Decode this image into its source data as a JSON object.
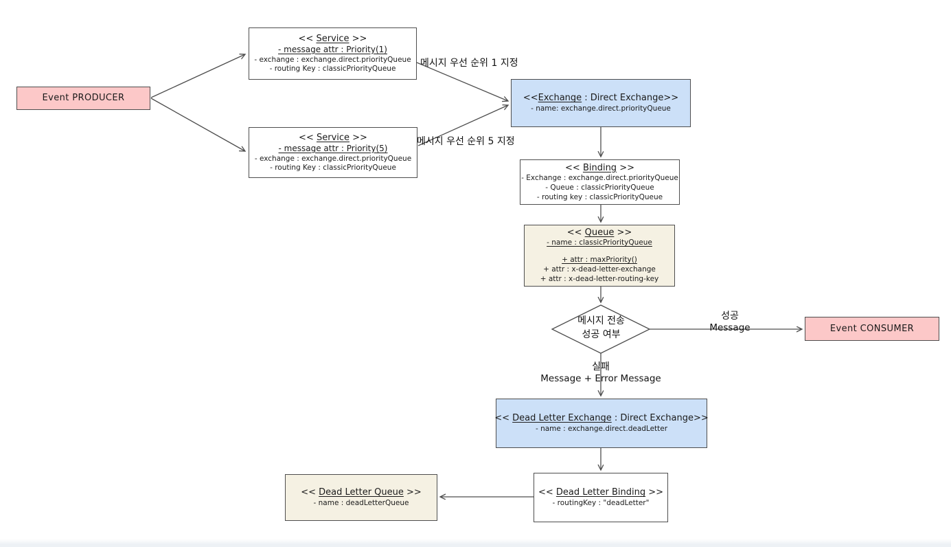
{
  "diagram": {
    "nodes": {
      "producer": {
        "label": "Event PRODUCER"
      },
      "service1": {
        "open": "<< ",
        "name": "Service",
        "close": " >>",
        "line1": "- message attr : Priority(1)",
        "line2": "- exchange : exchange.direct.priorityQueue",
        "line3": "- routing Key : classicPriorityQueue"
      },
      "service2": {
        "open": "<< ",
        "name": "Service",
        "close": " >>",
        "line1": "- message attr : Priority(5)",
        "line2": "- exchange : exchange.direct.priorityQueue",
        "line3": "- routing Key : classicPriorityQueue"
      },
      "exchange": {
        "open": "<<",
        "name": "Exchange",
        "close": " : Direct Exchange>>",
        "line1": "- name: exchange.direct.priorityQueue"
      },
      "binding": {
        "open": "<< ",
        "name": "Binding",
        "close": " >>",
        "line1": "- Exchange : exchange.direct.priorityQueue",
        "line2": "- Queue : classicPriorityQueue",
        "line3": "- routing key : classicPriorityQueue"
      },
      "queue": {
        "open": "<< ",
        "name": "Queue",
        "close": " >>",
        "line1": "- name : classicPriorityQueue",
        "line2": "+ attr : maxPriority()",
        "line3": "+ attr : x-dead-letter-exchange",
        "line4": "+ attr : x-dead-letter-routing-key"
      },
      "decision": {
        "line1": "메시지 전송",
        "line2": "성공 여부"
      },
      "consumer": {
        "label": "Event CONSUMER"
      },
      "dead_letter_exchange": {
        "open": "<< ",
        "name": "Dead Letter Exchange",
        "close": " : Direct Exchange>>",
        "line1": "- name : exchange.direct.deadLetter"
      },
      "dead_letter_binding": {
        "open": "<< ",
        "name": "Dead Letter Binding",
        "close": " >>",
        "line1": "- routingKey : \"deadLetter\""
      },
      "dead_letter_queue": {
        "open": "<< ",
        "name": "Dead Letter Queue",
        "close": " >>",
        "line1": "- name : deadLetterQueue"
      }
    },
    "edge_labels": {
      "priority1": "메시지 우선 순위 1 지정",
      "priority5": "메시지 우선 순위 5 지정",
      "success_top": "성공",
      "success_bottom": "Message",
      "fail_top": "실패",
      "fail_bottom": "Message + Error Message"
    },
    "colors": {
      "pink": "#FCC8C8",
      "blue": "#CCE0F8",
      "cream": "#F5F1E3",
      "node_border": "#4D4D4D",
      "arrow": "#4D4D4D",
      "background": "#FFFFFF",
      "footer_strip": "#EDF1F5"
    }
  }
}
